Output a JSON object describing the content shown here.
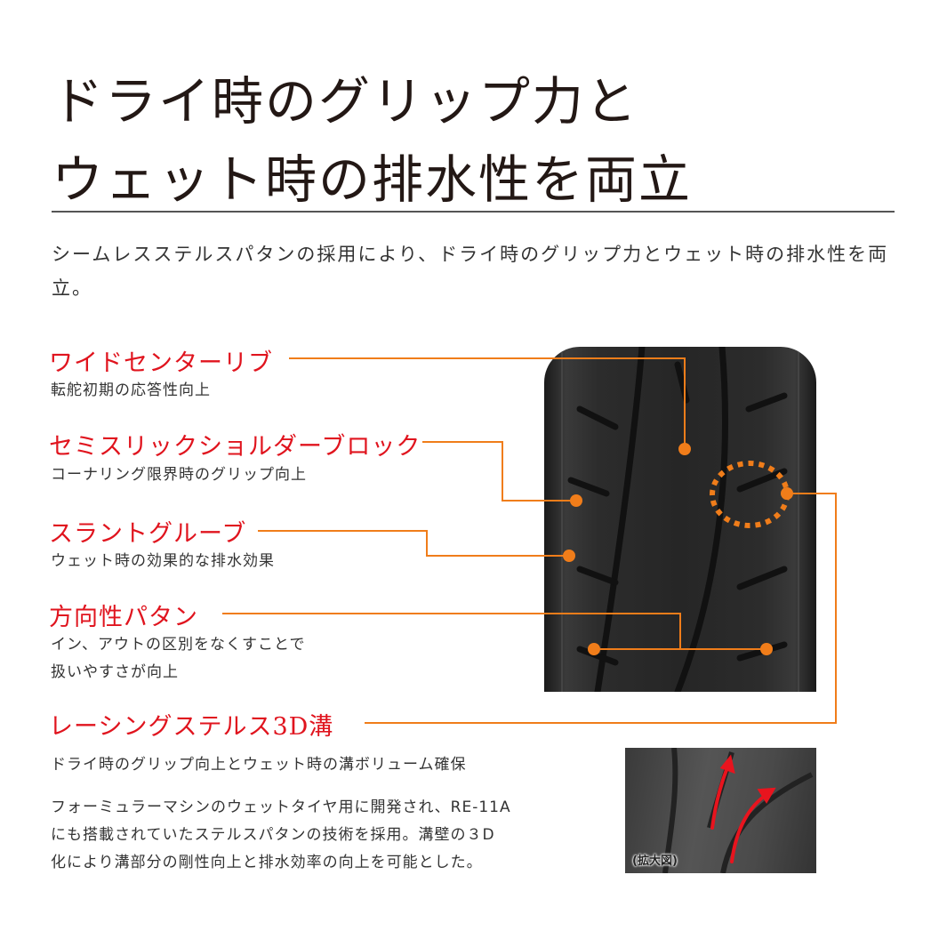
{
  "title": {
    "line1": "ドライ時のグリップ力と",
    "line2": "ウェット時の排水性を両立"
  },
  "intro": "シームレスステルスパタンの採用により、ドライ時のグリップ力とウェット時の排水性を両立。",
  "features": [
    {
      "heading": "ワイドセンターリブ",
      "desc": [
        "転舵初期の応答性向上"
      ]
    },
    {
      "heading": "セミスリックショルダーブロック",
      "desc": [
        "コーナリング限界時のグリップ向上"
      ]
    },
    {
      "heading": "スラントグルーブ",
      "desc": [
        "ウェット時の効果的な排水効果"
      ]
    },
    {
      "heading": "方向性パタン",
      "desc": [
        "イン、アウトの区別をなくすことで",
        "扱いやすさが向上"
      ]
    },
    {
      "heading": "レーシングステルス3D溝",
      "desc": [
        "ドライ時のグリップ向上とウェット時の溝ボリューム確保"
      ]
    }
  ],
  "detail": [
    "フォーミュラーマシンのウェットタイヤ用に開発され、RE-11A",
    "にも搭載されていたステルスパタンの技術を採用。溝壁の３D",
    "化により溝部分の剛性向上と排水効率の向上を可能とした。"
  ],
  "zoom_caption": "(拡大図)",
  "colors": {
    "accent_line": "#f07d1a",
    "heading_red": "#e0141e"
  }
}
